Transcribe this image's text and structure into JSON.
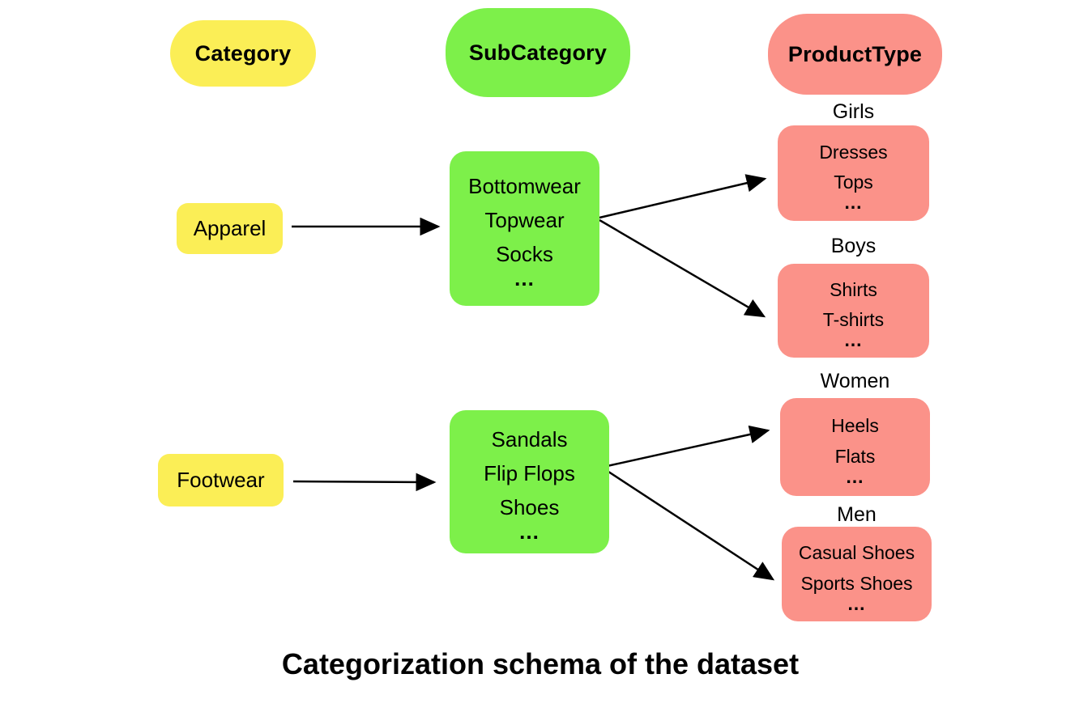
{
  "title": "Categorization schema of the dataset",
  "colors": {
    "category": "#FBEE56",
    "subcategory": "#7DF04A",
    "producttype": "#FB9289",
    "arrow": "#000000",
    "text": "#000000"
  },
  "headers": {
    "category": "Category",
    "subcategory": "SubCategory",
    "producttype": "ProductType"
  },
  "nodes": {
    "apparel": {
      "label": "Apparel"
    },
    "footwear": {
      "label": "Footwear"
    },
    "apparel_subcategories": {
      "lines": [
        "Bottomwear",
        "Topwear",
        "Socks",
        "…"
      ]
    },
    "footwear_subcategories": {
      "lines": [
        "Sandals",
        "Flip Flops",
        "Shoes",
        "…"
      ]
    },
    "girls": {
      "label": "Girls",
      "lines": [
        "Dresses",
        "Tops",
        "…"
      ]
    },
    "boys": {
      "label": "Boys",
      "lines": [
        "Shirts",
        "T-shirts",
        "…"
      ]
    },
    "women": {
      "label": "Women",
      "lines": [
        "Heels",
        "Flats",
        "…"
      ]
    },
    "men": {
      "label": "Men",
      "lines": [
        "Casual Shoes",
        "Sports Shoes",
        "…"
      ]
    }
  },
  "edges": [
    {
      "from": "Apparel",
      "to": "Apparel SubCategories"
    },
    {
      "from": "Apparel SubCategories",
      "to": "Girls"
    },
    {
      "from": "Apparel SubCategories",
      "to": "Boys"
    },
    {
      "from": "Footwear",
      "to": "Footwear SubCategories"
    },
    {
      "from": "Footwear SubCategories",
      "to": "Women"
    },
    {
      "from": "Footwear SubCategories",
      "to": "Men"
    }
  ]
}
